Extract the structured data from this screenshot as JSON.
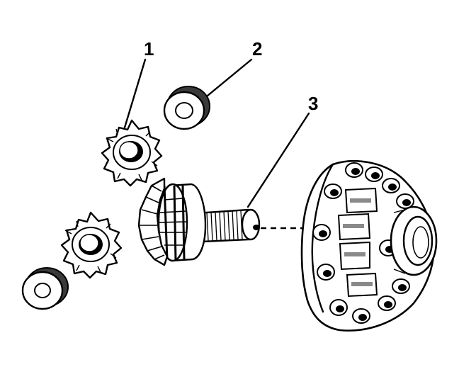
{
  "callouts": [
    {
      "id": "1",
      "label": "1"
    },
    {
      "id": "2",
      "label": "2"
    },
    {
      "id": "3",
      "label": "3"
    }
  ],
  "parts": {
    "part1": "side-gear",
    "part2": "thrust-washer",
    "part3": "pinion-shaft",
    "housing": "differential-case"
  }
}
